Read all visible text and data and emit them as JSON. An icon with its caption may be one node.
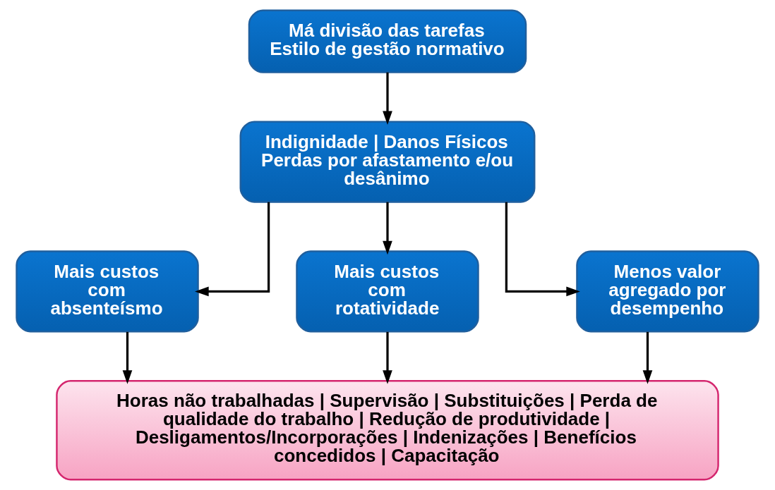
{
  "diagram": {
    "nodes": [
      {
        "text": [
          "Má divisão das tarefas",
          "Estilo de gestão normativo"
        ]
      },
      {
        "text": [
          "Indignidade | Danos Físicos",
          "Perdas por afastamento e/ou desânimo"
        ]
      },
      {
        "text": [
          "Mais custos com absenteísmo"
        ]
      },
      {
        "text": [
          "Mais custos com rotatividade"
        ]
      },
      {
        "text": [
          "Menos valor agregado por desempenho"
        ]
      },
      {
        "text": [
          "Horas não trabalhadas | Supervisão | Substituições | Perda de qualidade do trabalho | Redução de produtividade | Desligamentos/Incorporações | Indenizações | Benefícios concedidos | Capacitação"
        ]
      }
    ],
    "edges": [
      {
        "from": 0,
        "to": 1,
        "arrow": "to"
      },
      {
        "from": 1,
        "to": 2,
        "arrow": "to"
      },
      {
        "from": 1,
        "to": 3,
        "arrow": "to"
      },
      {
        "from": 1,
        "to": 4,
        "arrow": "to"
      },
      {
        "from": 2,
        "to": 5,
        "arrow": "to"
      },
      {
        "from": 3,
        "to": 5,
        "arrow": "to"
      },
      {
        "from": 4,
        "to": 5,
        "arrow": "to"
      }
    ]
  }
}
